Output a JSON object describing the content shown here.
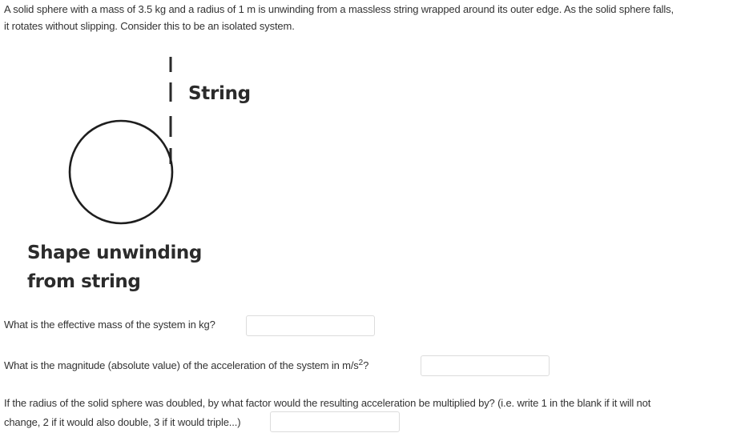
{
  "intro": {
    "line1": "A solid sphere with a mass of 3.5 kg and a radius of 1 m is unwinding from a massless string wrapped around its outer edge. As the solid sphere falls,",
    "line2": "it rotates without slipping. Consider this to be an isolated system."
  },
  "figure": {
    "string_label": "String",
    "shape_label_line1": "Shape unwinding",
    "shape_label_line2": "from string"
  },
  "questions": [
    {
      "text": "What is the effective mass of the system in kg?",
      "answer_value": "",
      "placeholder": ""
    },
    {
      "text_before": "What is the magnitude (absolute value) of the acceleration of the system in m/s",
      "superscript": "2",
      "text_after": "?",
      "answer_value": "",
      "placeholder": ""
    },
    {
      "text_line1": "If the radius of the solid sphere was doubled, by what factor would the resulting acceleration be multiplied by? (i.e. write 1 in the blank if it will not",
      "text_line2": "change, 2 if it would also double, 3 if it would triple...)",
      "answer_value": "",
      "placeholder": ""
    }
  ]
}
